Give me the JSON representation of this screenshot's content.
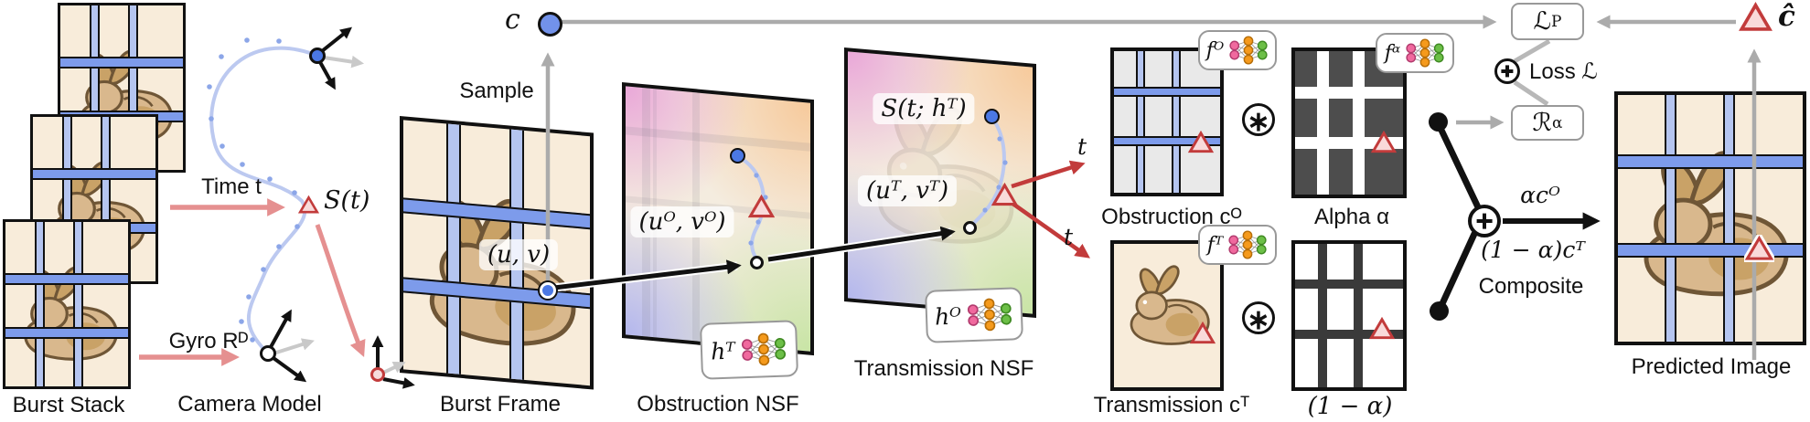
{
  "colors": {
    "bar_blue": "#7d9beb",
    "bar_blue_light": "#b5c5f0",
    "cream": "#f8ecda",
    "red": "#c23b3b",
    "salmon": "#e59090",
    "gray_arrow": "#ababab",
    "spline_blue": "#bcc9f0",
    "dot_blue": "#4b78e4"
  },
  "captions": {
    "burst_stack": "Burst Stack",
    "camera_model": "Camera Model",
    "burst_frame": "Burst Frame",
    "obstruction_nsf": "Obstruction NSF",
    "transmission_nsf": "Transmission NSF",
    "obstruction_c": "Obstruction cᴼ",
    "alpha": "Alpha α",
    "transmission_c": "Transmission cᵀ",
    "one_minus_alpha": "(1 − α)",
    "composite": "Composite",
    "predicted_image": "Predicted Image"
  },
  "labels": {
    "c": "c",
    "c_hat": "ĉ",
    "sample": "Sample",
    "time": "Time t",
    "gyro": "Gyro Rᴰ",
    "spline_pose": "S(t)",
    "spline_pose_h": "S(t; hᵀ)",
    "uv": "(u, v)",
    "uv_obstruction": "(uᴼ, vᴼ)",
    "uv_transmission": "(uᵀ, vᵀ)",
    "h_transmission": "hᵀ",
    "h_obstruction": "hᴼ",
    "f_obstruction": "fᴼ",
    "f_transmission": "fᵀ",
    "f_alpha": "fᵅ",
    "t_upper": "t",
    "t_lower": "t",
    "alpha_c_obstruction": "αcᴼ",
    "one_minus_alpha_c_transmission": "(1 − α)cᵀ",
    "loss": "Loss ℒ",
    "loss_photometric": {
      "base": "ℒ",
      "sub": "P"
    },
    "reg_alpha": {
      "base": "ℛ",
      "sub": "α"
    },
    "conv_glyph": "∗"
  }
}
